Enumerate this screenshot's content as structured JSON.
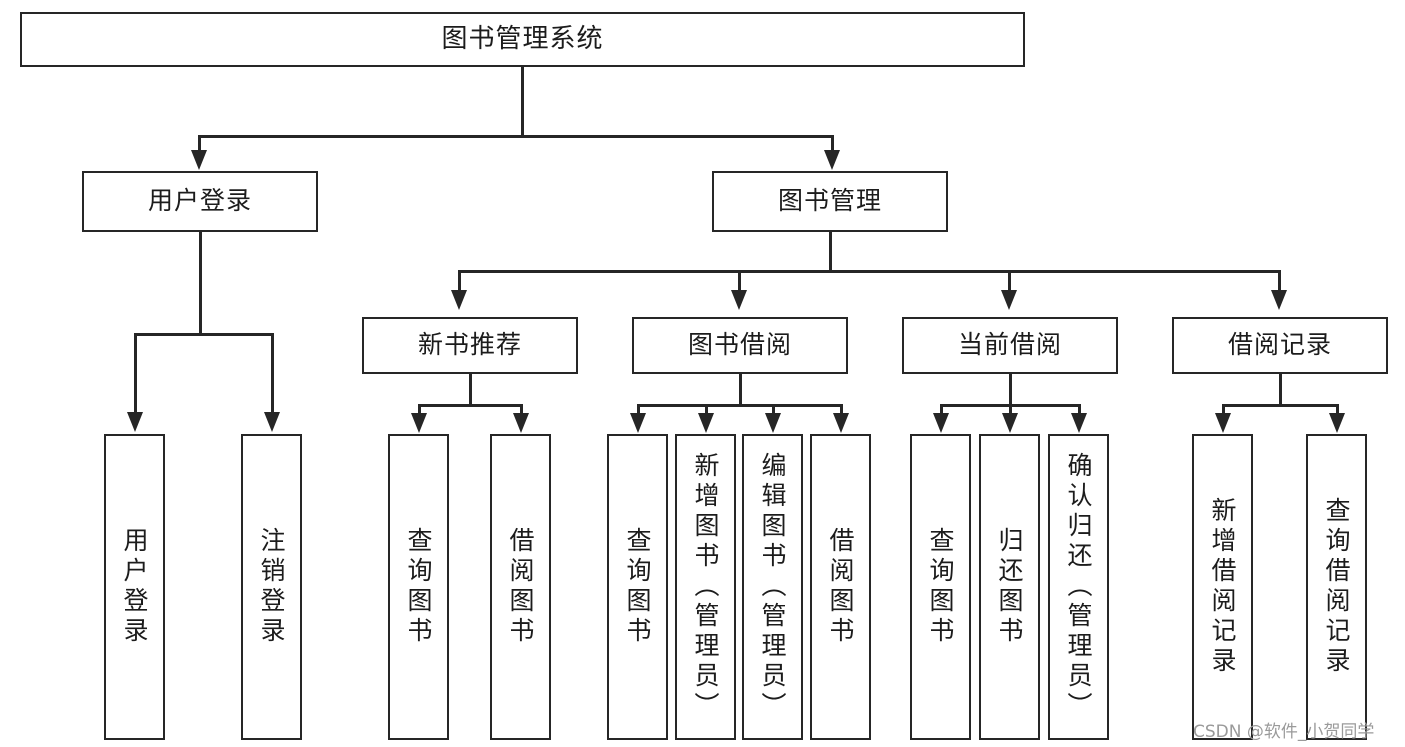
{
  "diagram": {
    "title": "图书管理系统",
    "type": "tree-hierarchy-diagram",
    "colors": {
      "stroke": "#262626",
      "fill": "#ffffff",
      "text": "#1c1c1c",
      "watermark": "#9a9a9a"
    },
    "root": {
      "label": "图书管理系统"
    },
    "level2": [
      {
        "label": "用户登录"
      },
      {
        "label": "图书管理"
      }
    ],
    "level3": [
      {
        "label": "新书推荐"
      },
      {
        "label": "图书借阅"
      },
      {
        "label": "当前借阅"
      },
      {
        "label": "借阅记录"
      }
    ],
    "leaves": {
      "user_login": [
        {
          "label": "用户登录"
        },
        {
          "label": "注销登录"
        }
      ],
      "new_book_recommend": [
        {
          "label": "查询图书"
        },
        {
          "label": "借阅图书"
        }
      ],
      "book_borrow": [
        {
          "label": "查询图书"
        },
        {
          "label": "新增图书（管理员）"
        },
        {
          "label": "编辑图书（管理员）"
        },
        {
          "label": "借阅图书"
        }
      ],
      "current_borrow": [
        {
          "label": "查询图书"
        },
        {
          "label": "归还图书"
        },
        {
          "label": "确认归还（管理员）"
        }
      ],
      "borrow_record": [
        {
          "label": "新增借阅记录"
        },
        {
          "label": "查询借阅记录"
        }
      ]
    }
  },
  "watermark": {
    "text": "CSDN @软件_小贺同学"
  }
}
